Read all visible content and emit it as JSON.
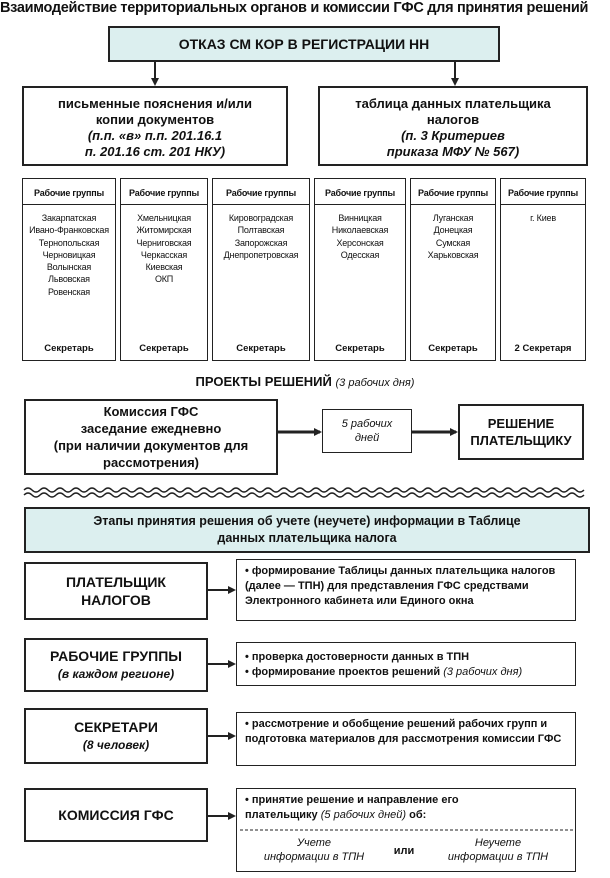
{
  "title": "Взаимодействие территориальных органов и комиссии ГФС для принятия решений",
  "refusal": "ОТКАЗ СМ КОР В РЕГИСТРАЦИИ НН",
  "sources": [
    {
      "line1": "письменные пояснения и/или",
      "line2": "копии документов",
      "line3": "(п.п. «в» п.п. 201.16.1",
      "line4": "п. 201.16 ст. 201 НКУ)"
    },
    {
      "line1": "таблица данных плательщика",
      "line2": "налогов",
      "line3": "(п. 3 Критериев",
      "line4": "приказа МФУ № 567)"
    }
  ],
  "working_groups": [
    {
      "title": "Рабочие группы",
      "regions": [
        "Закарпатская",
        "Ивано-Франковская",
        "Тернопольская",
        "Черновицкая",
        "Волынская",
        "Львовская",
        "Ровенская"
      ],
      "secretary": "Секретарь"
    },
    {
      "title": "Рабочие группы",
      "regions": [
        "Хмельницкая",
        "Житомирская",
        "Черниговская",
        "Черкасская",
        "Киевская",
        "ОКП"
      ],
      "secretary": "Секретарь"
    },
    {
      "title": "Рабочие группы",
      "regions": [
        "Кировоградская",
        "Полтавская",
        "Запорожская",
        "Днепропетровская"
      ],
      "secretary": "Секретарь"
    },
    {
      "title": "Рабочие группы",
      "regions": [
        "Винницкая",
        "Николаевская",
        "Херсонская",
        "Одесская"
      ],
      "secretary": "Секретарь"
    },
    {
      "title": "Рабочие группы",
      "regions": [
        "Луганская",
        "Донецкая",
        "Сумская",
        "Харьковская"
      ],
      "secretary": "Секретарь"
    },
    {
      "title": "Рабочие группы",
      "regions": [
        "г. Киев"
      ],
      "secretary": "2 Секретаря"
    }
  ],
  "projects": {
    "label": "ПРОЕКТЫ РЕШЕНИЙ",
    "note": "(3 рабочих дня)"
  },
  "commission": {
    "line1": "Комиссия ГФС",
    "line2": "заседание ежедневно",
    "line3": "(при наличии документов для",
    "line4": "рассмотрения)"
  },
  "days": {
    "line1": "5 рабочих",
    "line2": "дней"
  },
  "decision": {
    "line1": "РЕШЕНИЕ",
    "line2": "ПЛАТЕЛЬЩИКУ"
  },
  "stages": {
    "title_line1": "Этапы принятия решения об учете (неучете) информации в Таблице",
    "title_line2": "данных плательщика налога",
    "rows": [
      {
        "role_line1": "ПЛАТЕЛЬЩИК",
        "role_line2": "НАЛОГОВ",
        "desc": "• формирование Таблицы данных плательщика налогов (далее — ТПН) для представления ГФС средствами Электронного кабинета или Единого окна"
      },
      {
        "role_line1": "РАБОЧИЕ ГРУППЫ",
        "role_line2": "(в каждом регионе)",
        "desc1": "• проверка достоверности данных в ТПН",
        "desc2": "• формирование проектов решений",
        "desc2_note": "(3 рабочих дня)"
      },
      {
        "role_line1": "СЕКРЕТАРИ",
        "role_line2": "(8 человек)",
        "desc": "• рассмотрение и обобщение решений рабочих групп и подготовка материалов для рассмотрения комиссии ГФС"
      },
      {
        "role_line1": "КОМИССИЯ ГФС",
        "desc_a": "• принятие решение и направление его",
        "desc_b": "плательщику",
        "desc_b_note": "(5 рабочих дней)",
        "desc_b_end": "об:",
        "option1_line1": "Учете",
        "option1_line2": "информации в ТПН",
        "or": "или",
        "option2_line1": "Неучете",
        "option2_line2": "информации в ТПН"
      }
    ]
  },
  "colors": {
    "header_fill": "#dcefef",
    "border": "#222222"
  }
}
